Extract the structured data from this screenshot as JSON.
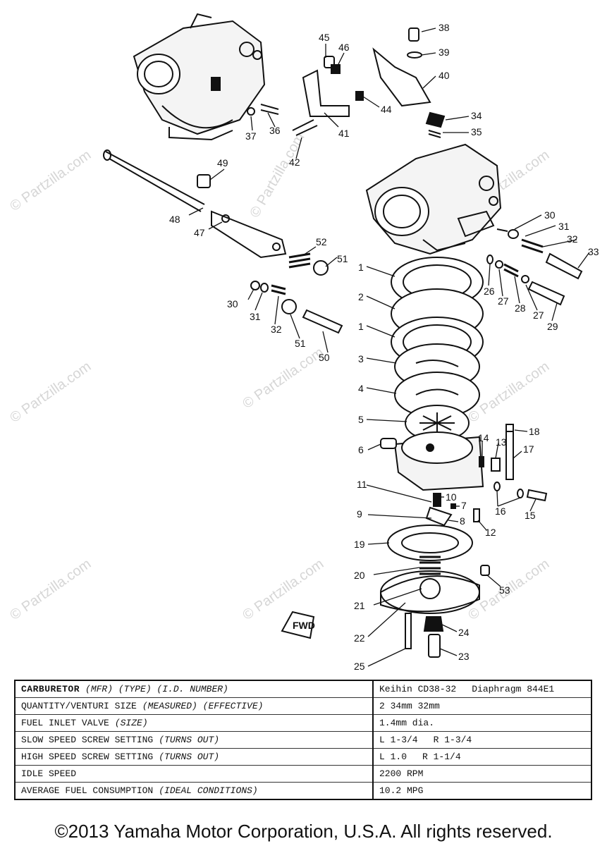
{
  "watermark": "© Partzilla.com",
  "fwd_label": "FWD",
  "callouts": {
    "c38": "38",
    "c39": "39",
    "c40": "40",
    "c34": "34",
    "c35": "35",
    "c45": "45",
    "c46": "46",
    "c44": "44",
    "c41": "41",
    "c36": "36",
    "c37": "37",
    "c49": "49",
    "c48": "48",
    "c47": "47",
    "c52": "52",
    "c51a": "51",
    "c30a": "30",
    "c31a": "31",
    "c32a": "32",
    "c51b": "51",
    "c50": "50",
    "c30b": "30",
    "c31b": "31",
    "c32b": "32",
    "c33": "33",
    "c26": "26",
    "c27a": "27",
    "c28": "28",
    "c27b": "27",
    "c29": "29",
    "c1a": "1",
    "c2": "2",
    "c1b": "1",
    "c3": "3",
    "c4": "4",
    "c5": "5",
    "c6": "6",
    "c14": "14",
    "c13": "13",
    "c18": "18",
    "c17": "17",
    "c11": "11",
    "c10": "10",
    "c7": "7",
    "c16": "16",
    "c15": "15",
    "c9": "9",
    "c8": "8",
    "c12": "12",
    "c19": "19",
    "c20": "20",
    "c53": "53",
    "c21": "21",
    "c22": "22",
    "c24": "24",
    "c25": "25",
    "c23": "23",
    "c42": "42"
  },
  "spec_table": {
    "rows": [
      {
        "label": "CARBURETOR",
        "qualifier": "(MFR) (TYPE) (I.D. NUMBER)",
        "values": [
          "Keihin CD38-32",
          "Diaphragm  844E1"
        ]
      },
      {
        "label": "QUANTITY/VENTURI SIZE",
        "qualifier": "(MEASURED) (EFFECTIVE)",
        "values": [
          "2  34mm  32mm"
        ]
      },
      {
        "label": "FUEL INLET VALVE",
        "qualifier": "(SIZE)",
        "values": [
          "1.4mm dia."
        ]
      },
      {
        "label": "SLOW SPEED SCREW SETTING",
        "qualifier": "(TURNS OUT)",
        "values": [
          "L  1-3/4",
          "R  1-3/4"
        ]
      },
      {
        "label": "HIGH SPEED SCREW SETTING",
        "qualifier": "(TURNS OUT)",
        "values": [
          "L  1.0",
          "R  1-1/4"
        ]
      },
      {
        "label": "IDLE SPEED",
        "qualifier": "",
        "values": [
          "2200 RPM"
        ]
      },
      {
        "label": "AVERAGE FUEL CONSUMPTION",
        "qualifier": "(IDEAL CONDITIONS)",
        "values": [
          "10.2 MPG"
        ]
      }
    ]
  },
  "copyright": "©2013 Yamaha Motor Corporation, U.S.A. All rights reserved."
}
